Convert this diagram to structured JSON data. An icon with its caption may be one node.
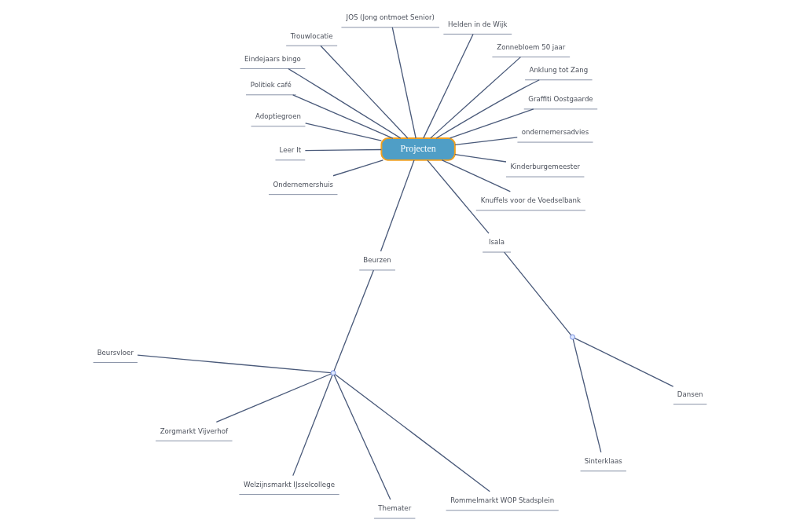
{
  "diagram": {
    "nodes": [
      {
        "text": [
          "Projecten"
        ]
      },
      {
        "text": [
          "ondernemersadvies"
        ]
      },
      {
        "text": [
          "Graffiti Oostgaarde"
        ]
      },
      {
        "text": [
          "Anklung tot Zang"
        ]
      },
      {
        "text": [
          "Zonnebloem 50 jaar"
        ]
      },
      {
        "text": [
          "Helden in de Wijk"
        ]
      },
      {
        "text": [
          "JOS (Jong ontmoet Senior)"
        ]
      },
      {
        "text": [
          "Trouwlocatie"
        ]
      },
      {
        "text": [
          "Eindejaars bingo"
        ]
      },
      {
        "text": [
          "Politiek café"
        ]
      },
      {
        "text": [
          "Adoptiegroen"
        ]
      },
      {
        "text": [
          "Leer It"
        ]
      },
      {
        "text": [
          "Ondernemershuis"
        ]
      },
      {
        "text": [
          "Beurzen"
        ]
      },
      {
        "text": [],
        "shape": "circle"
      },
      {
        "text": [
          "Beursvloer"
        ]
      },
      {
        "text": [
          "Zorgmarkt Vijverhof"
        ]
      },
      {
        "text": [
          "Welzijnsmarkt IJsselcollege"
        ]
      },
      {
        "text": [
          "Themater"
        ]
      },
      {
        "text": [
          "Rommelmarkt WOP Stadsplein"
        ]
      },
      {
        "text": [
          "Isala"
        ]
      },
      {
        "text": [],
        "shape": "circle"
      },
      {
        "text": [
          "Sinterklaas"
        ]
      },
      {
        "text": [
          "Dansen"
        ]
      },
      {
        "text": [
          "Knuffels voor de Voedselbank"
        ]
      },
      {
        "text": [
          "Kinderburgemeester"
        ]
      }
    ],
    "edges": [
      {
        "from": 0,
        "to": 1,
        "arrow": "none"
      },
      {
        "from": 0,
        "to": 2,
        "arrow": "none"
      },
      {
        "from": 0,
        "to": 3,
        "arrow": "none"
      },
      {
        "from": 0,
        "to": 4,
        "arrow": "none"
      },
      {
        "from": 0,
        "to": 5,
        "arrow": "none"
      },
      {
        "from": 0,
        "to": 6,
        "arrow": "none"
      },
      {
        "from": 0,
        "to": 7,
        "arrow": "none"
      },
      {
        "from": 0,
        "to": 8,
        "arrow": "none"
      },
      {
        "from": 0,
        "to": 9,
        "arrow": "none"
      },
      {
        "from": 0,
        "to": 10,
        "arrow": "none"
      },
      {
        "from": 0,
        "to": 11,
        "arrow": "none"
      },
      {
        "from": 0,
        "to": 12,
        "arrow": "none"
      },
      {
        "from": 0,
        "to": 13,
        "arrow": "none"
      },
      {
        "from": 13,
        "to": 14,
        "arrow": "none"
      },
      {
        "from": 14,
        "to": 15,
        "arrow": "none"
      },
      {
        "from": 14,
        "to": 16,
        "arrow": "none"
      },
      {
        "from": 14,
        "to": 17,
        "arrow": "none"
      },
      {
        "from": 14,
        "to": 18,
        "arrow": "none"
      },
      {
        "from": 14,
        "to": 19,
        "arrow": "none"
      },
      {
        "from": 0,
        "to": 20,
        "arrow": "none"
      },
      {
        "from": 20,
        "to": 21,
        "arrow": "none"
      },
      {
        "from": 21,
        "to": 22,
        "arrow": "none"
      },
      {
        "from": 21,
        "to": 23,
        "arrow": "none"
      },
      {
        "from": 0,
        "to": 24,
        "arrow": "none"
      },
      {
        "from": 0,
        "to": 25,
        "arrow": "none"
      }
    ]
  }
}
